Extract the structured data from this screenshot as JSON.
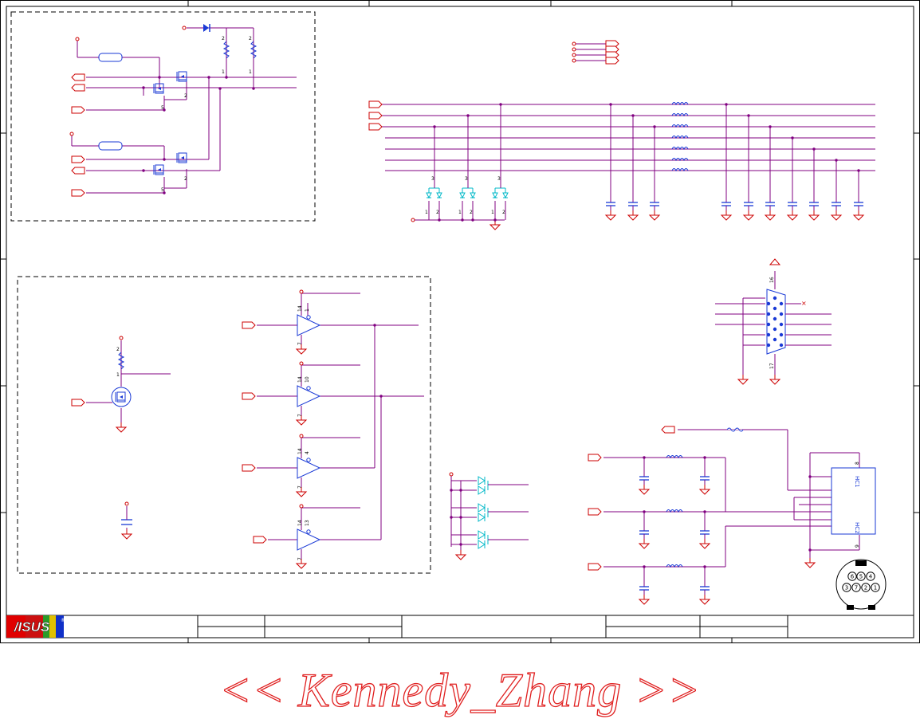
{
  "watermark": "<< Kennedy_Zhang >>",
  "logo": {
    "text": "/ISUS",
    "mark": "®"
  },
  "colors": {
    "wire": "#800080",
    "port": "#cc0000",
    "part": "#1a3ad6",
    "led": "#00b8c8",
    "frame": "#000000",
    "dashed": "#000000"
  },
  "icons": [
    "diode-icon",
    "resistor-icon",
    "inductor-icon",
    "capacitor-icon",
    "ground-icon",
    "mosfet-icon",
    "buffer-icon",
    "led-icon",
    "vga-connector-icon",
    "mini-din-connector-icon"
  ],
  "pin_labels": {
    "pwr_r1": "2",
    "pwr_r1b": "1",
    "pwr_r2": "2",
    "pwr_r2b": "1",
    "q1": "5",
    "q2": "2",
    "q3": "5",
    "q4": "2",
    "esd1": "3",
    "esd2": "3",
    "esd3": "3",
    "esd1a": "1",
    "esd1b": "2",
    "esd2a": "1",
    "esd2b": "2",
    "esd3a": "1",
    "esd3b": "2",
    "buf1_vcc": "14",
    "buf1_en": "1",
    "buf1_gnd": "7",
    "buf2_vcc": "14",
    "buf2_en": "10",
    "buf2_gnd": "7",
    "buf3_vcc": "14",
    "buf3_en": "4",
    "buf3_gnd": "7",
    "buf4_vcc": "14",
    "buf4_en": "13",
    "buf4_gnd": "7",
    "rpull": "2",
    "rpull_b": "1",
    "vga_top": "16",
    "vga_bot": "17",
    "hc1": "HC1",
    "hc2": "HC2",
    "hc_a": "8",
    "hc_b": "9"
  },
  "mini_din_pins": [
    "6",
    "5",
    "4",
    "3",
    "7",
    "2",
    "1"
  ]
}
